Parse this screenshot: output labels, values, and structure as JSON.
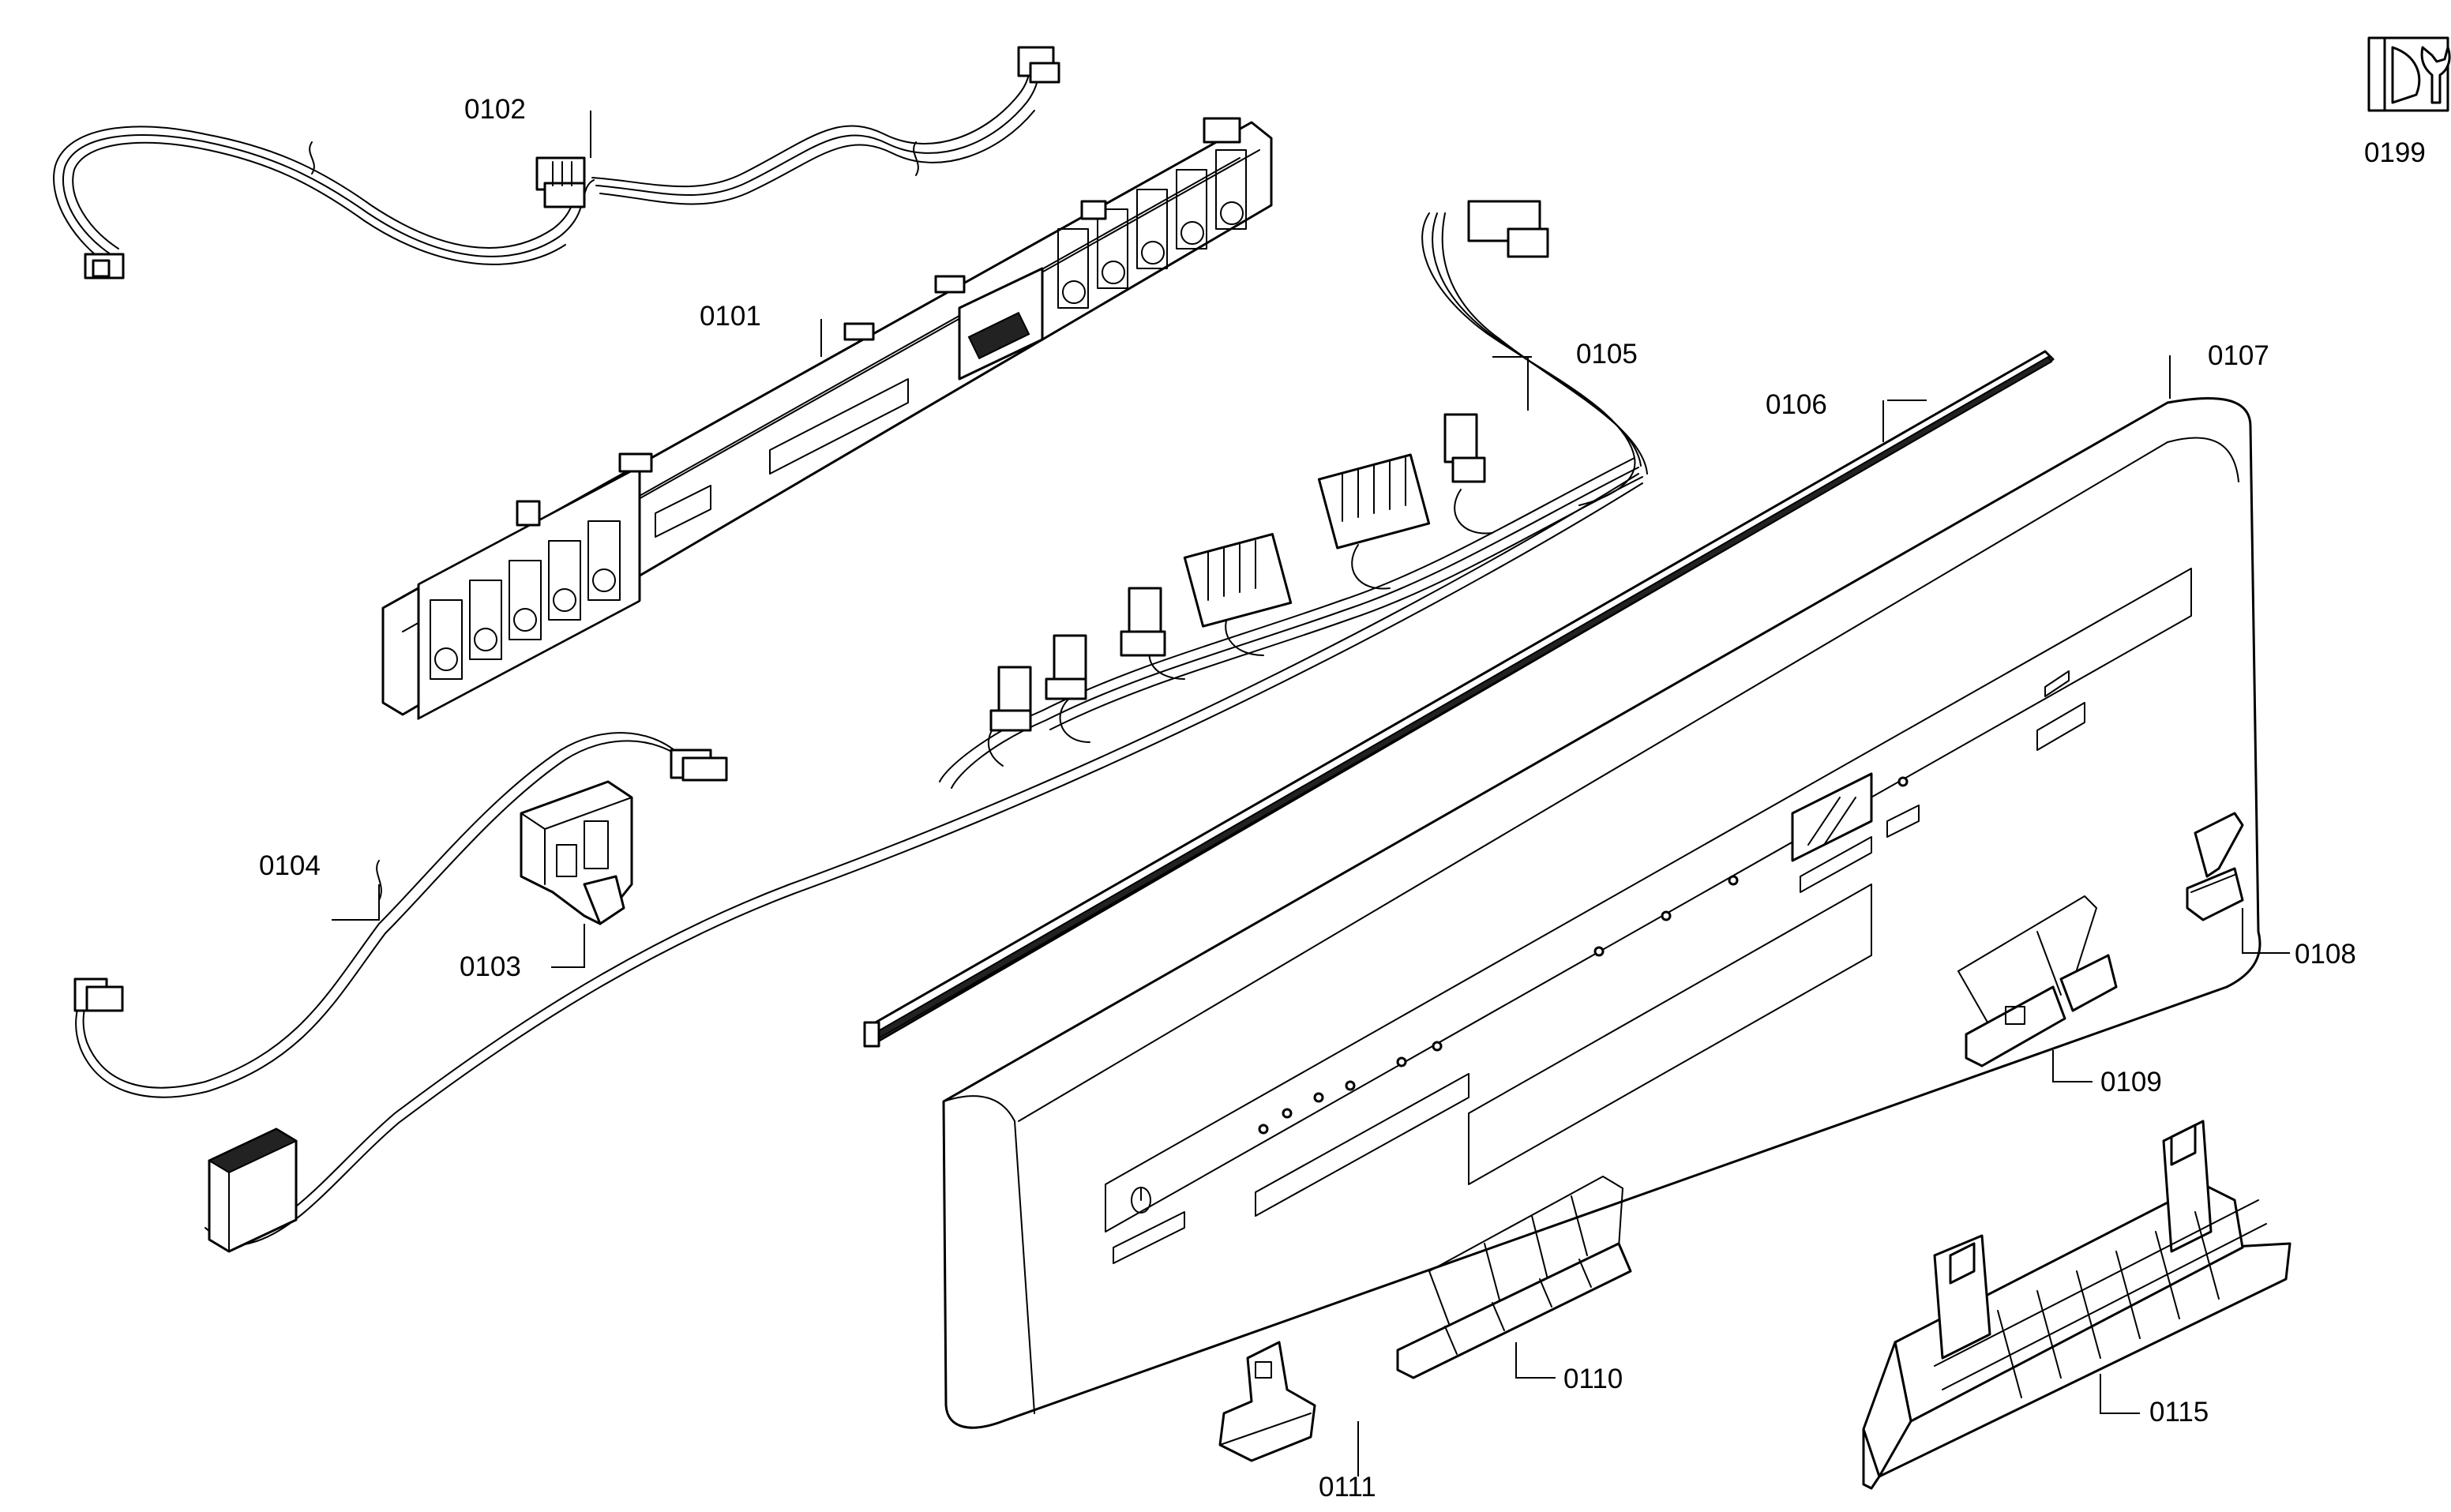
{
  "callouts": [
    {
      "id": "0101",
      "text": "0101"
    },
    {
      "id": "0102",
      "text": "0102"
    },
    {
      "id": "0103",
      "text": "0103"
    },
    {
      "id": "0104",
      "text": "0104"
    },
    {
      "id": "0105",
      "text": "0105"
    },
    {
      "id": "0106",
      "text": "0106"
    },
    {
      "id": "0107",
      "text": "0107"
    },
    {
      "id": "0108",
      "text": "0108"
    },
    {
      "id": "0109",
      "text": "0109"
    },
    {
      "id": "0110",
      "text": "0110"
    },
    {
      "id": "0111",
      "text": "0111"
    },
    {
      "id": "0115",
      "text": "0115"
    },
    {
      "id": "0199",
      "text": "0199"
    }
  ],
  "icons": {
    "service": "wrench-service-icon"
  }
}
